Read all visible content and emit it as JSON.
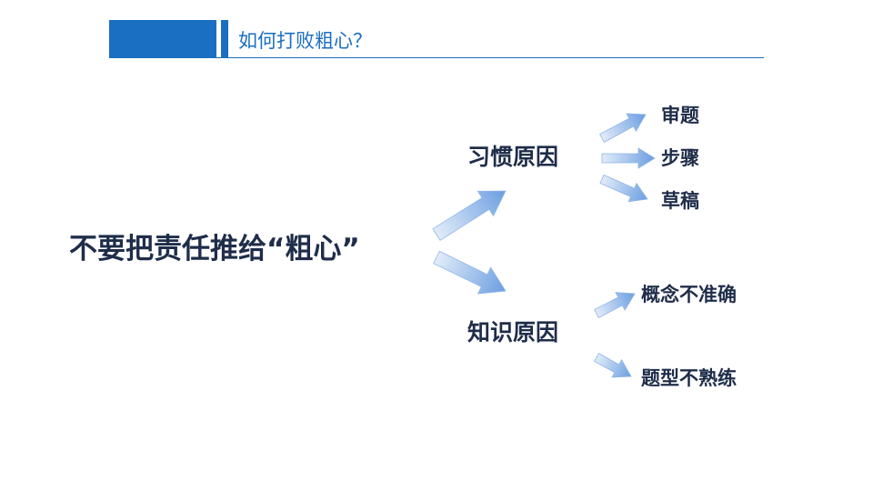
{
  "slide": {
    "title": "如何打败粗心？"
  },
  "diagram": {
    "root": "不要把责任推给“粗心”",
    "branches": [
      {
        "label": "习惯原因",
        "children": [
          "审题",
          "步骤",
          "草稿"
        ]
      },
      {
        "label": "知识原因",
        "children": [
          "概念不准确",
          "题型不熟练"
        ]
      }
    ]
  },
  "colors": {
    "accent": "#1b6fc2",
    "text": "#1f2d4a",
    "arrow_light": "#dbe8f8",
    "arrow_dark": "#6b9ee0"
  }
}
